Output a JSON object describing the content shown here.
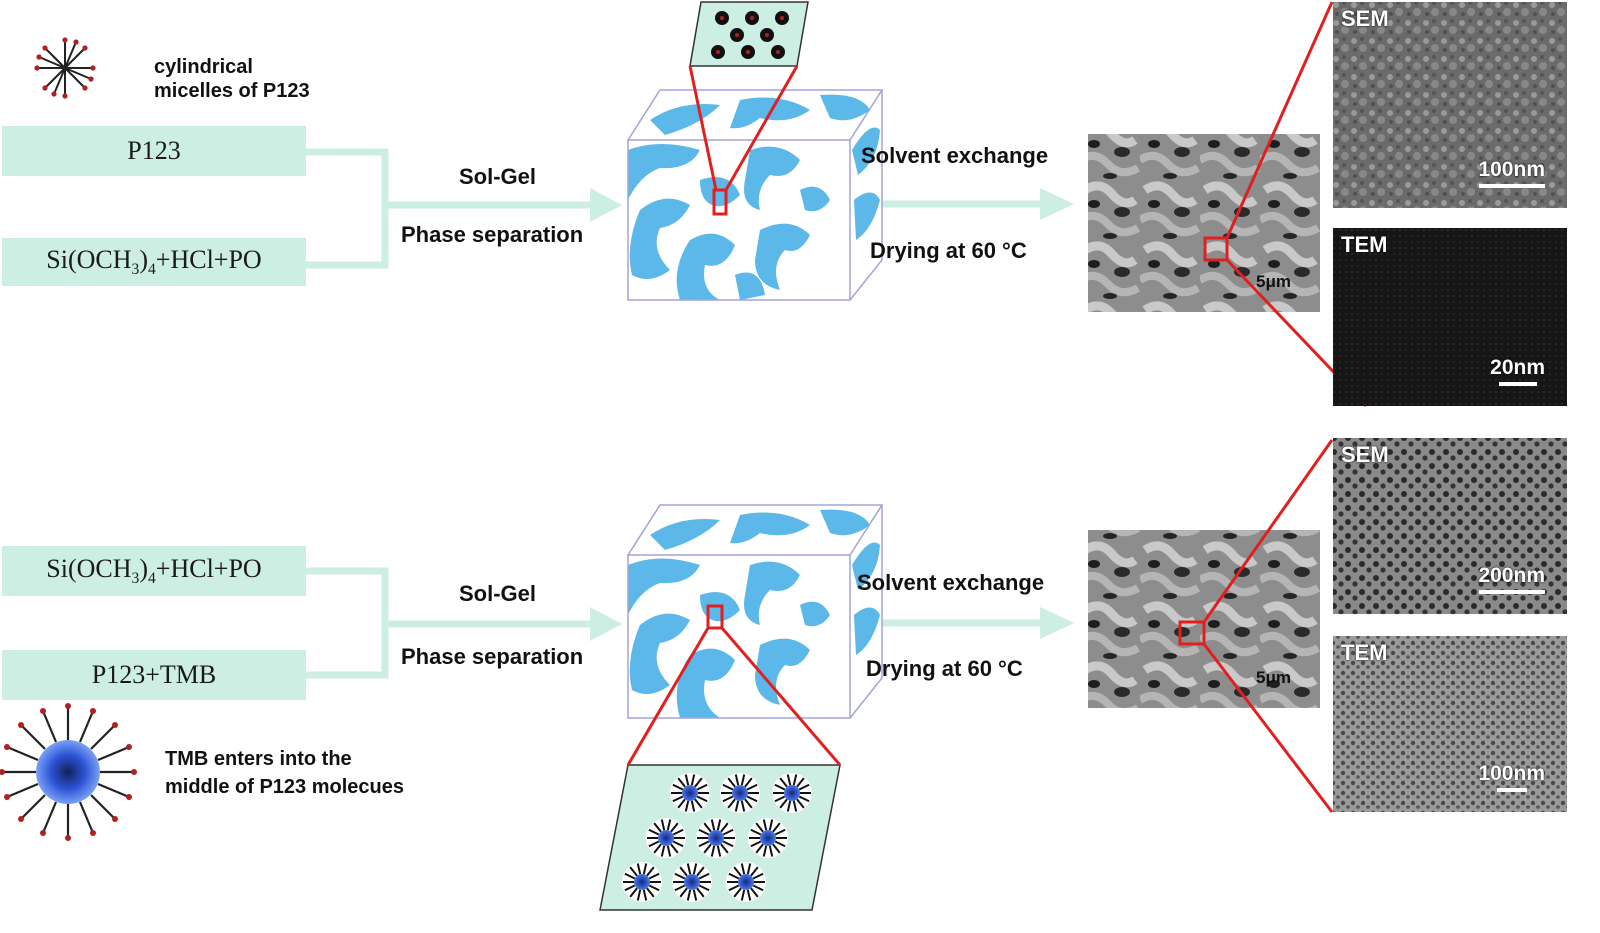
{
  "top": {
    "legend_note": [
      "cylindrical",
      "micelles  of P123"
    ],
    "reagents": [
      "P123",
      "Si(OCH",
      "3",
      ")",
      "4",
      "+HCl+PO"
    ],
    "step1": [
      "Sol-Gel",
      "Phase separation"
    ],
    "step2": [
      "Solvent exchange",
      "Drying at 60 °C"
    ],
    "scale_overview": "5μm",
    "sem": {
      "title": "SEM",
      "scale": "100nm"
    },
    "tem": {
      "title": "TEM",
      "scale": "20nm"
    }
  },
  "bottom": {
    "legend_note": [
      "TMB enters into the",
      "middle of P123 molecues"
    ],
    "reagents": [
      "Si(OCH",
      "3",
      ")",
      "4",
      "+HCl+PO",
      "P123+TMB"
    ],
    "step1": [
      "Sol-Gel",
      "Phase separation"
    ],
    "step2": [
      "Solvent exchange",
      "Drying at 60 °C"
    ],
    "scale_overview": "5μm",
    "sem": {
      "title": "SEM",
      "scale": "200nm"
    },
    "tem": {
      "title": "TEM",
      "scale": "100nm"
    }
  },
  "colors": {
    "reagent_box": "#cdeee2",
    "arrow": "#cdeee2",
    "gel_blue": "#5bb8e8",
    "highlight": "#e02020",
    "micelle_core": "#3c5ee0"
  }
}
